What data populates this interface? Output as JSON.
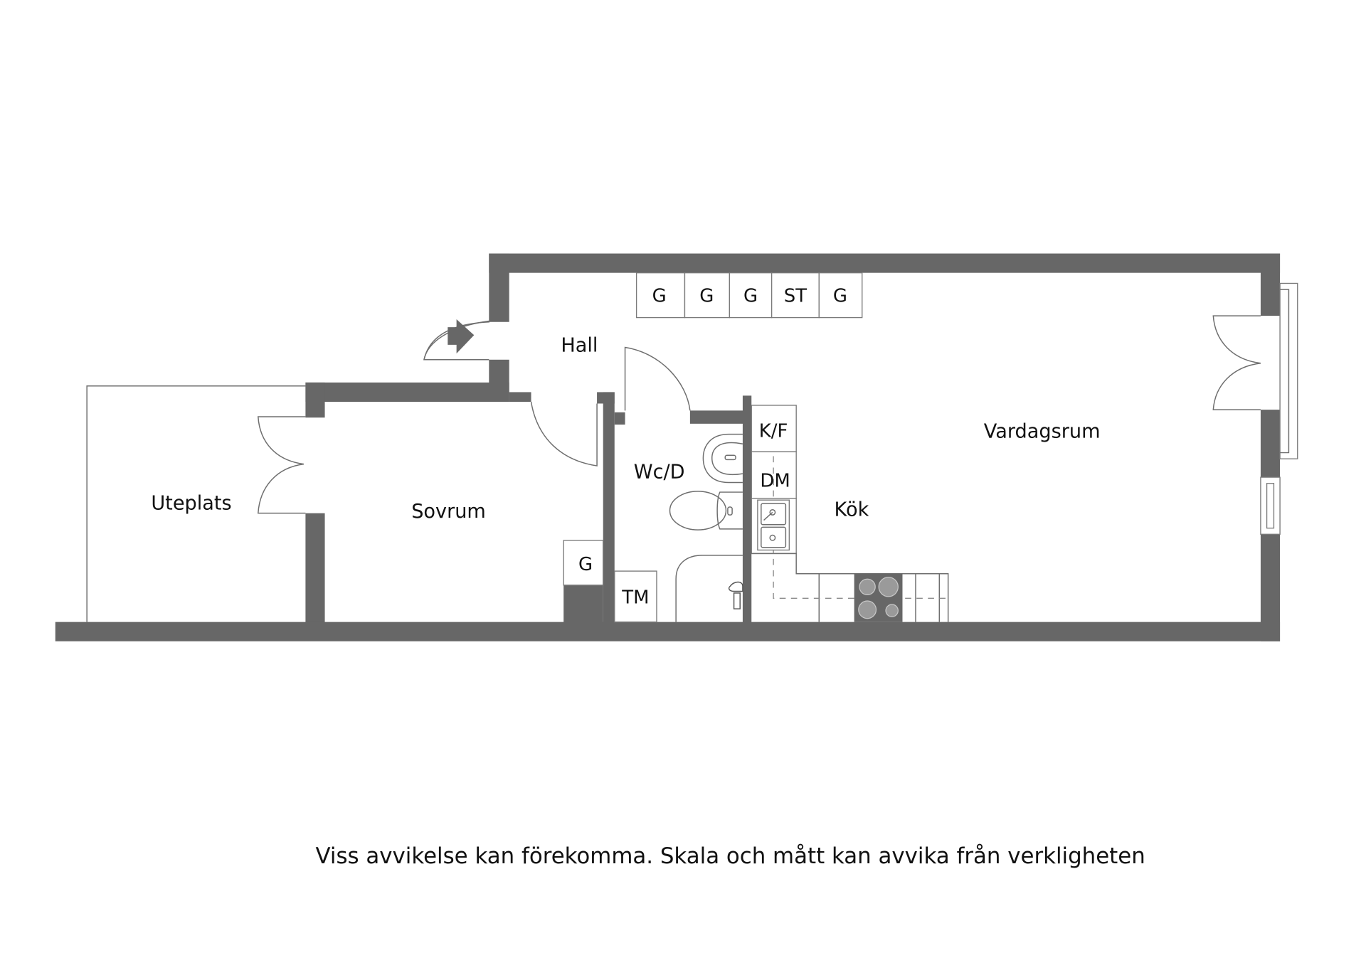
{
  "floorplan": {
    "rooms": {
      "hall": "Hall",
      "vardagsrum": "Vardagsrum",
      "kok": "Kök",
      "wc": "Wc/D",
      "sovrum": "Sovrum",
      "uteplats": "Uteplats"
    },
    "hall_storage": [
      "G",
      "G",
      "G",
      "ST",
      "G"
    ],
    "kitchen_units": {
      "fridge_freezer": "K/F",
      "dishwasher": "DM"
    },
    "bedroom_wardrobe": "G",
    "washing_machine": "TM",
    "icons": {
      "entrance": "entrance-arrow-icon",
      "stove": "stove-icon",
      "sink": "kitchen-sink-icon",
      "toilet": "toilet-icon",
      "washbasin": "washbasin-icon",
      "shower": "shower-icon"
    },
    "colors": {
      "wall": "#676767",
      "line": "#6e6e6e",
      "background": "#ffffff"
    }
  },
  "footer": {
    "disclaimer": "Viss avvikelse kan förekomma. Skala och mått kan avvika från verkligheten"
  }
}
